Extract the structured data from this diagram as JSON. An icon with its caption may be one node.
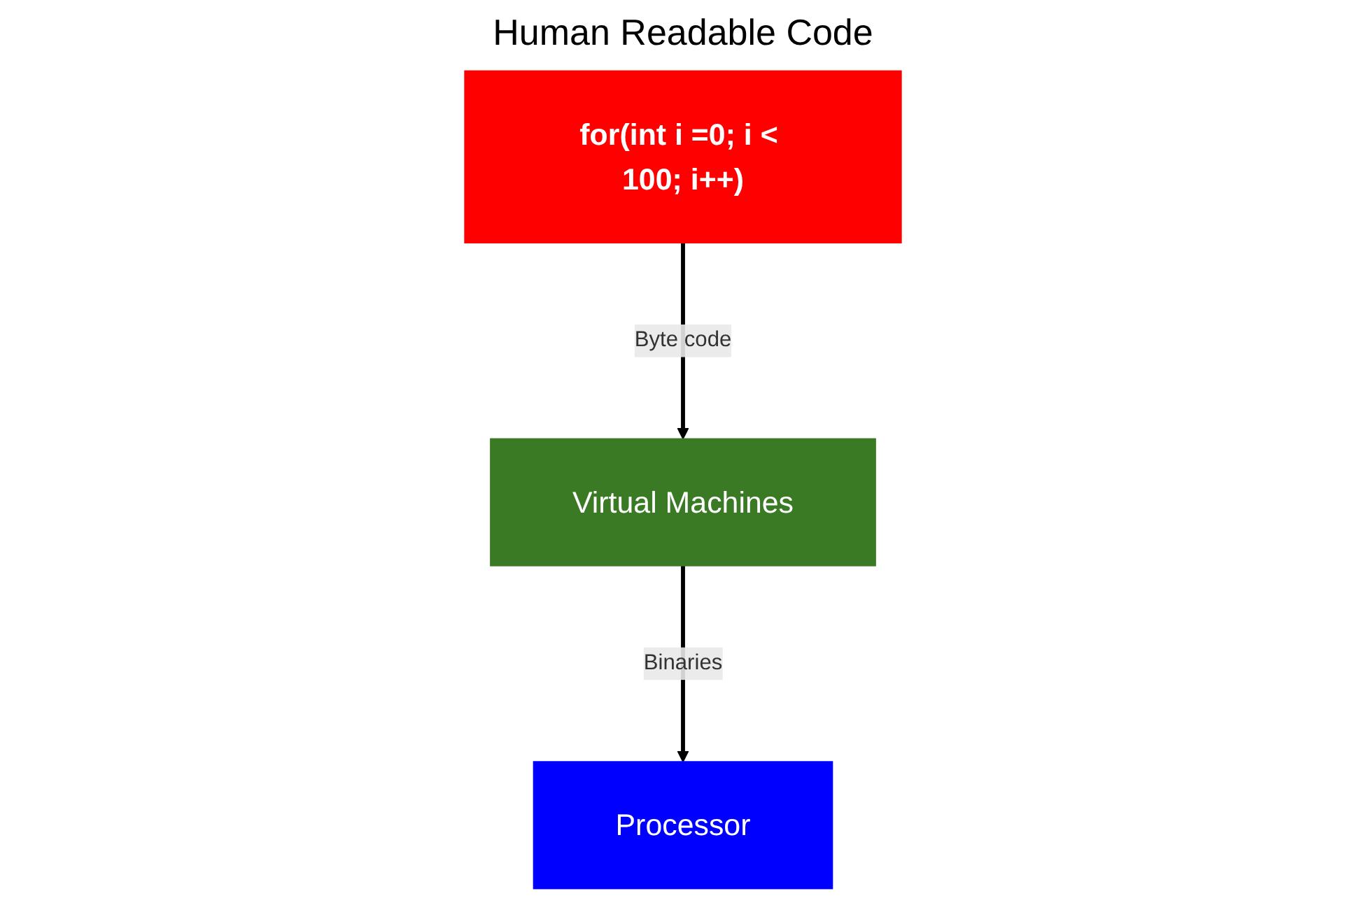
{
  "diagram": {
    "title": "Human Readable Code",
    "nodes": [
      {
        "text": [
          "for(int i =0; i < 100; i++)"
        ]
      },
      {
        "text": [
          "Virtual Machines"
        ]
      },
      {
        "text": [
          "Processor"
        ]
      }
    ],
    "edges": [
      {
        "from": 0,
        "to": 1,
        "arrow": "to",
        "label": "Byte code"
      },
      {
        "from": 1,
        "to": 2,
        "arrow": "to",
        "label": "Binaries"
      }
    ]
  }
}
